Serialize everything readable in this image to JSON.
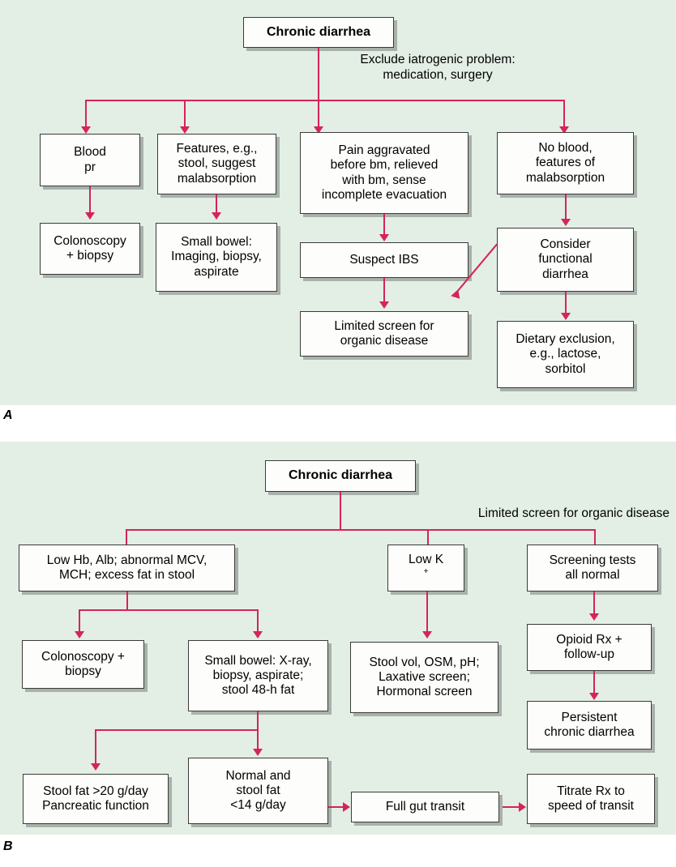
{
  "figure": {
    "background_color": "#e3efe5",
    "connector_color": "#d6235a",
    "box_border_color": "#3a3a3a",
    "box_fill_color": "#fdfdfb"
  },
  "panel_a": {
    "label": "A",
    "root": "Chronic diarrhea",
    "caption_line1": "Exclude iatrogenic problem:",
    "caption_line2": "medication, surgery",
    "nodes": {
      "blood_pr_l1": "Blood",
      "blood_pr_l2": "pr",
      "features_l1": "Features, e.g.,",
      "features_l2": "stool, suggest",
      "features_l3": "malabsorption",
      "pain_l1": "Pain aggravated",
      "pain_l2": "before bm, relieved",
      "pain_l3": "with bm, sense",
      "pain_l4": "incomplete evacuation",
      "noblood_l1": "No blood,",
      "noblood_l2": "features of",
      "noblood_l3": "malabsorption",
      "colonoscopy_l1": "Colonoscopy",
      "colonoscopy_l2": "+ biopsy",
      "smallbowel_l1": "Small bowel:",
      "smallbowel_l2": "Imaging, biopsy,",
      "smallbowel_l3": "aspirate",
      "ibs": "Suspect IBS",
      "consider_l1": "Consider",
      "consider_l2": "functional",
      "consider_l3": "diarrhea",
      "limited_l1": "Limited screen for",
      "limited_l2": "organic disease",
      "dietary_l1": "Dietary exclusion,",
      "dietary_l2": "e.g., lactose,",
      "dietary_l3": "sorbitol"
    }
  },
  "panel_b": {
    "label": "B",
    "root": "Chronic diarrhea",
    "caption": "Limited screen for organic disease",
    "nodes": {
      "lowhb_l1": "Low Hb, Alb; abnormal MCV,",
      "lowhb_l2": "MCH; excess fat in stool",
      "lowk": "Low K",
      "lowk_sup": "+",
      "screening_l1": "Screening tests",
      "screening_l2": "all normal",
      "colonoscopy_l1": "Colonoscopy +",
      "colonoscopy_l2": "biopsy",
      "smallbowel_l1": "Small bowel: X-ray,",
      "smallbowel_l2": "biopsy, aspirate;",
      "smallbowel_l3": "stool 48-h fat",
      "stoolvol_l1": "Stool vol, OSM, pH;",
      "stoolvol_l2": "Laxative screen;",
      "stoolvol_l3": "Hormonal screen",
      "opioid_l1": "Opioid Rx +",
      "opioid_l2": "follow-up",
      "persistent_l1": "Persistent",
      "persistent_l2": "chronic diarrhea",
      "stoolfat20_l1": "Stool fat >20 g/day",
      "stoolfat20_l2": "Pancreatic function",
      "normal_l1": "Normal and",
      "normal_l2": "stool fat",
      "normal_l3": "<14 g/day",
      "fullgut": "Full gut transit",
      "titrate_l1": "Titrate Rx to",
      "titrate_l2": "speed of transit"
    }
  }
}
